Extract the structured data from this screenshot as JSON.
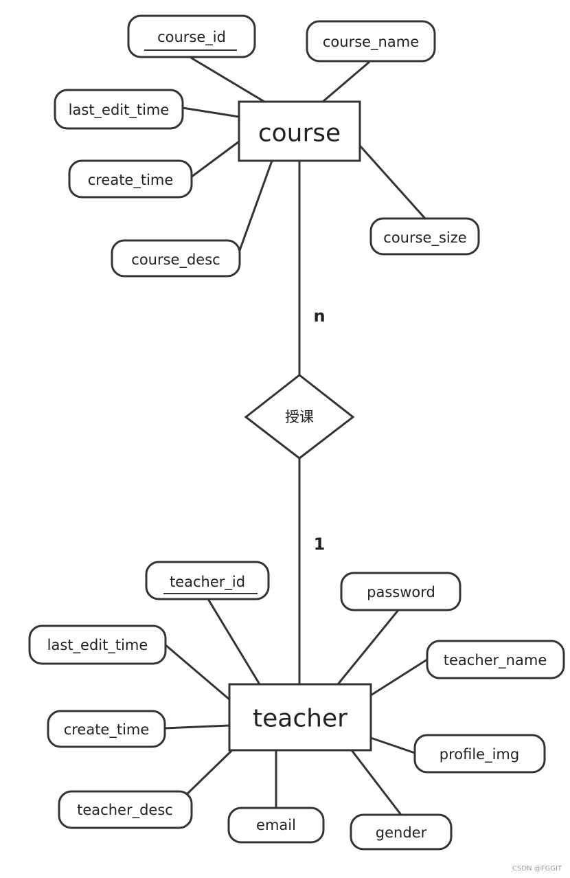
{
  "entities": {
    "course": "course",
    "teacher": "teacher"
  },
  "relationship": {
    "label": "授课",
    "card_course": "n",
    "card_teacher": "1"
  },
  "course_attrs": {
    "course_id": "course_id",
    "course_name": "course_name",
    "last_edit_time": "last_edit_time",
    "create_time": "create_time",
    "course_desc": "course_desc",
    "course_size": "course_size"
  },
  "teacher_attrs": {
    "teacher_id": "teacher_id",
    "password": "password",
    "last_edit_time": "last_edit_time",
    "teacher_name": "teacher_name",
    "create_time": "create_time",
    "profile_img": "profile_img",
    "teacher_desc": "teacher_desc",
    "email": "email",
    "gender": "gender"
  },
  "watermark": "CSDN @FGGIT"
}
